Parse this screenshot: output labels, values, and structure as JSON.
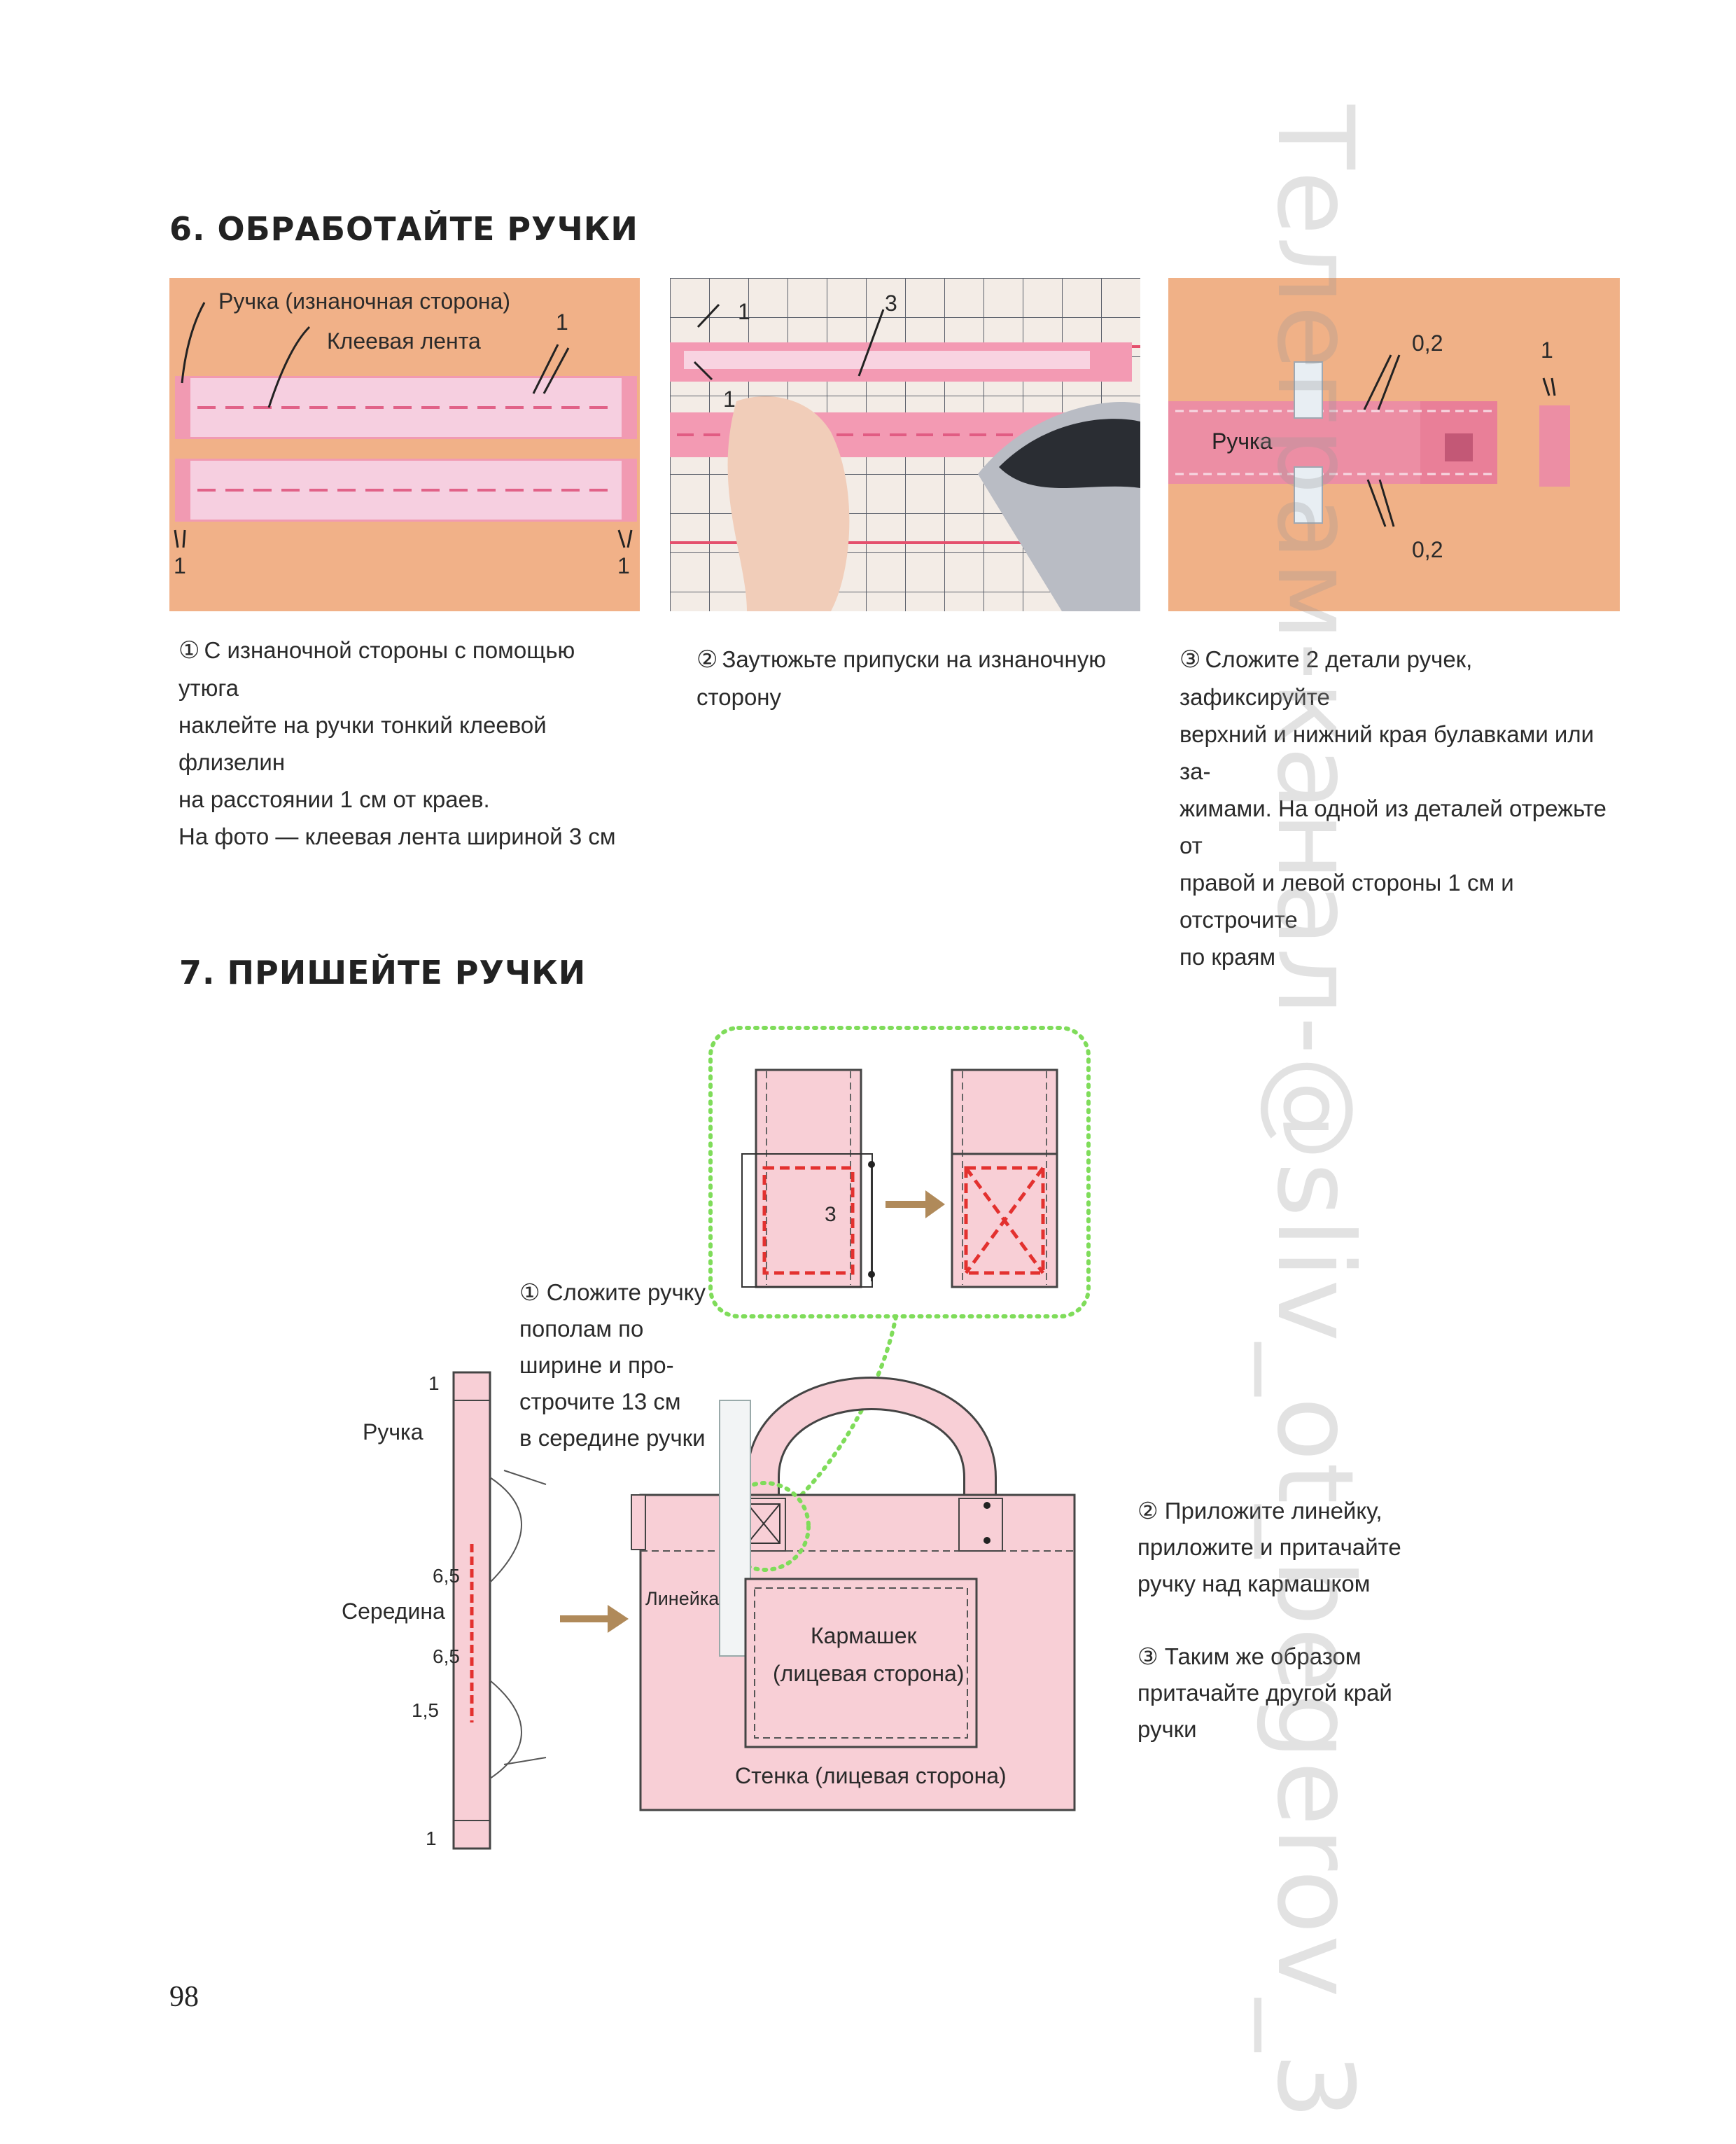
{
  "step6": {
    "title": "6. ОБРАБОТАЙТЕ РУЧКИ",
    "photo1": {
      "label_back": "Ручка (изнаночная сторона)",
      "label_tape": "Клеевая лента",
      "num_a": "1",
      "num_b": "1",
      "num_c": "1"
    },
    "photo2": {
      "num_a": "1",
      "num_b": "3",
      "num_c": "1"
    },
    "photo3": {
      "label_handle": "Ручка",
      "val_top": "0,2",
      "val_bottom": "0,2",
      "num": "1"
    },
    "caption1": {
      "num": "①",
      "lines": [
        "С изнаночной стороны с помощью утюга",
        "наклейте на ручки тонкий клеевой флизелин",
        "на расстоянии 1 см от краев.",
        "На фото — клеевая лента шириной 3 см"
      ]
    },
    "caption2": {
      "num": "②",
      "lines": [
        "Заутюжьте припуски на изнаночную",
        "сторону"
      ]
    },
    "caption3": {
      "num": "③",
      "lines": [
        "Сложите 2 детали ручек, зафиксируйте",
        "верхний и нижний края булавками или за-",
        "жимами. На одной из деталей отрежьте от",
        "правой и левой стороны 1 см и отстрочите",
        "по краям"
      ]
    }
  },
  "step7": {
    "title": "7. ПРИШЕЙТЕ РУЧКИ",
    "note1": {
      "num": "①",
      "lines": [
        "Сложите ручку",
        "пополам по",
        "ширине и про-",
        "строчите 13 см",
        "в середине ручки"
      ]
    },
    "note2": {
      "num": "②",
      "lines": [
        "Приложите линейку,",
        "приложите и притачайте",
        "ручку над кармашком"
      ]
    },
    "note3": {
      "num": "③",
      "lines": [
        "Таким же образом",
        "притачайте другой край",
        "ручки"
      ]
    },
    "detail_num": "3",
    "strip": {
      "label_handle": "Ручка",
      "label_middle": "Середина",
      "n_top": "1",
      "n_65a": "6,5",
      "n_65b": "6,5",
      "n_15": "1,5",
      "n_bottom": "1"
    },
    "bag": {
      "ruler_label": "Линейка",
      "pocket_line1": "Кармашек",
      "pocket_line2": "(лицевая сторона)",
      "wall_label": "Стенка (лицевая сторона)"
    }
  },
  "page_number": "98",
  "watermark": "Телеграм-канал-@sliv_ot_begerov_3",
  "colors": {
    "pink": "#f4b8c4",
    "pink_dark": "#e06a86",
    "peach": "#f2b48a",
    "stitch_red": "#e3312f",
    "green_dotted": "#7fdc5a",
    "arrow": "#b08a5a"
  }
}
